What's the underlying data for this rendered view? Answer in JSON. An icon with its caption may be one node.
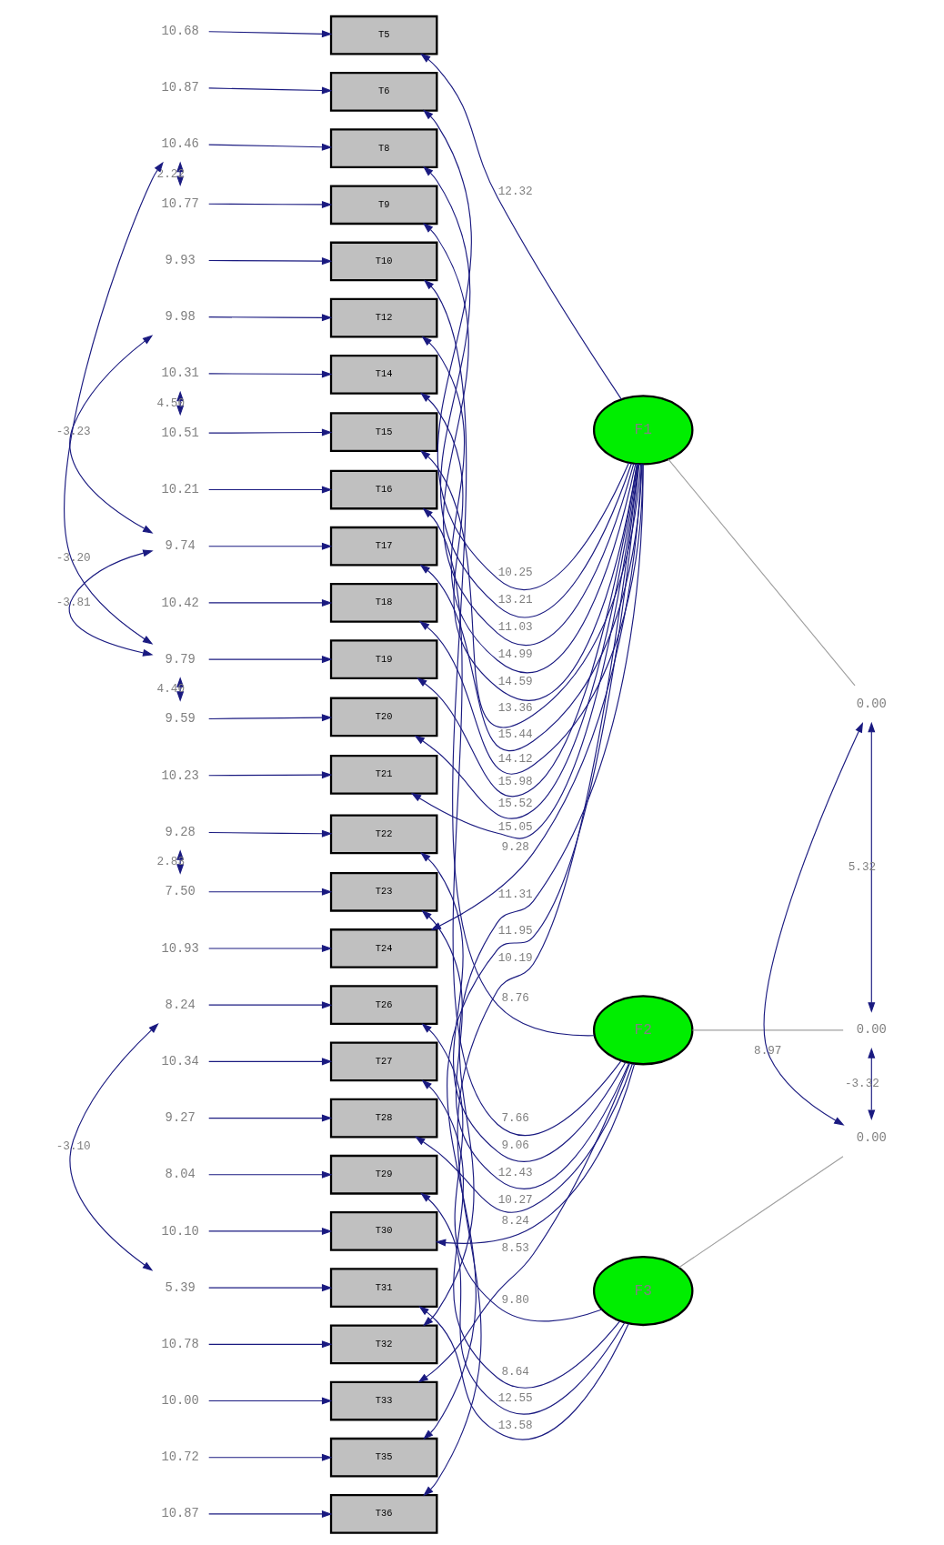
{
  "diagram": {
    "nodes": [
      {
        "text": [
          "10.68"
        ]
      },
      {
        "text": [
          "10.87"
        ]
      },
      {
        "text": [
          "10.46"
        ]
      },
      {
        "text": [
          "10.77"
        ]
      },
      {
        "text": [
          "9.93"
        ]
      },
      {
        "text": [
          "9.98"
        ]
      },
      {
        "text": [
          "10.31"
        ]
      },
      {
        "text": [
          "10.51"
        ]
      },
      {
        "text": [
          "10.21"
        ]
      },
      {
        "text": [
          "9.74"
        ]
      },
      {
        "text": [
          "10.42"
        ]
      },
      {
        "text": [
          "9.79"
        ]
      },
      {
        "text": [
          "9.59"
        ]
      },
      {
        "text": [
          "10.23"
        ]
      },
      {
        "text": [
          "9.28"
        ]
      },
      {
        "text": [
          "7.50"
        ]
      },
      {
        "text": [
          "10.93"
        ]
      },
      {
        "text": [
          "8.24"
        ]
      },
      {
        "text": [
          "10.34"
        ]
      },
      {
        "text": [
          "9.27"
        ]
      },
      {
        "text": [
          "8.04"
        ]
      },
      {
        "text": [
          "10.10"
        ]
      },
      {
        "text": [
          "5.39"
        ]
      },
      {
        "text": [
          "10.78"
        ]
      },
      {
        "text": [
          "10.00"
        ]
      },
      {
        "text": [
          "10.72"
        ]
      },
      {
        "text": [
          "10.87"
        ]
      },
      {
        "text": [
          "T5"
        ]
      },
      {
        "text": [
          "T6"
        ]
      },
      {
        "text": [
          "T8"
        ]
      },
      {
        "text": [
          "T9"
        ]
      },
      {
        "text": [
          "T10"
        ]
      },
      {
        "text": [
          "T12"
        ]
      },
      {
        "text": [
          "T14"
        ]
      },
      {
        "text": [
          "T15"
        ]
      },
      {
        "text": [
          "T16"
        ]
      },
      {
        "text": [
          "T17"
        ]
      },
      {
        "text": [
          "T18"
        ]
      },
      {
        "text": [
          "T19"
        ]
      },
      {
        "text": [
          "T20"
        ]
      },
      {
        "text": [
          "T21"
        ]
      },
      {
        "text": [
          "T22"
        ]
      },
      {
        "text": [
          "T23"
        ]
      },
      {
        "text": [
          "T24"
        ]
      },
      {
        "text": [
          "T26"
        ]
      },
      {
        "text": [
          "T27"
        ]
      },
      {
        "text": [
          "T28"
        ]
      },
      {
        "text": [
          "T29"
        ]
      },
      {
        "text": [
          "T30"
        ]
      },
      {
        "text": [
          "T31"
        ]
      },
      {
        "text": [
          "T32"
        ]
      },
      {
        "text": [
          "T33"
        ]
      },
      {
        "text": [
          "T35"
        ]
      },
      {
        "text": [
          "T36"
        ]
      },
      {
        "text": [
          "F1"
        ]
      },
      {
        "text": [
          "F2"
        ]
      },
      {
        "text": [
          "F3"
        ]
      },
      {
        "text": [
          "0.00"
        ]
      },
      {
        "text": [
          "0.00"
        ]
      },
      {
        "text": [
          "0.00"
        ]
      }
    ],
    "edges": [
      {
        "from": 0,
        "to": 27,
        "arrow": "to"
      },
      {
        "from": 1,
        "to": 28,
        "arrow": "to"
      },
      {
        "from": 2,
        "to": 29,
        "arrow": "to"
      },
      {
        "from": 3,
        "to": 30,
        "arrow": "to"
      },
      {
        "from": 4,
        "to": 31,
        "arrow": "to"
      },
      {
        "from": 5,
        "to": 32,
        "arrow": "to"
      },
      {
        "from": 6,
        "to": 33,
        "arrow": "to"
      },
      {
        "from": 7,
        "to": 34,
        "arrow": "to"
      },
      {
        "from": 8,
        "to": 35,
        "arrow": "to"
      },
      {
        "from": 9,
        "to": 36,
        "arrow": "to"
      },
      {
        "from": 10,
        "to": 37,
        "arrow": "to"
      },
      {
        "from": 11,
        "to": 38,
        "arrow": "to"
      },
      {
        "from": 12,
        "to": 39,
        "arrow": "to"
      },
      {
        "from": 13,
        "to": 40,
        "arrow": "to"
      },
      {
        "from": 14,
        "to": 41,
        "arrow": "to"
      },
      {
        "from": 15,
        "to": 42,
        "arrow": "to"
      },
      {
        "from": 16,
        "to": 43,
        "arrow": "to"
      },
      {
        "from": 17,
        "to": 44,
        "arrow": "to"
      },
      {
        "from": 18,
        "to": 45,
        "arrow": "to"
      },
      {
        "from": 19,
        "to": 46,
        "arrow": "to"
      },
      {
        "from": 20,
        "to": 47,
        "arrow": "to"
      },
      {
        "from": 21,
        "to": 48,
        "arrow": "to"
      },
      {
        "from": 22,
        "to": 49,
        "arrow": "to"
      },
      {
        "from": 23,
        "to": 50,
        "arrow": "to"
      },
      {
        "from": 24,
        "to": 51,
        "arrow": "to"
      },
      {
        "from": 25,
        "to": 52,
        "arrow": "to"
      },
      {
        "from": 26,
        "to": 53,
        "arrow": "to"
      },
      {
        "from": 2,
        "to": 3,
        "arrow": "both",
        "label": "2.22"
      },
      {
        "from": 6,
        "to": 7,
        "arrow": "both",
        "label": "4.50"
      },
      {
        "from": 2,
        "to": 11,
        "arrow": "both",
        "label": "-3.20"
      },
      {
        "from": 5,
        "to": 9,
        "arrow": "both",
        "label": "-3.23"
      },
      {
        "from": 9,
        "to": 11,
        "arrow": "both",
        "label": "-3.81"
      },
      {
        "from": 11,
        "to": 12,
        "arrow": "both",
        "label": "4.40"
      },
      {
        "from": 14,
        "to": 15,
        "arrow": "both",
        "label": "2.83"
      },
      {
        "from": 17,
        "to": 22,
        "arrow": "both",
        "label": "-3.10"
      },
      {
        "from": 54,
        "to": 27,
        "arrow": "to",
        "label": "12.32"
      },
      {
        "from": 54,
        "to": 28,
        "arrow": "to",
        "label": "10.25"
      },
      {
        "from": 54,
        "to": 29,
        "arrow": "to",
        "label": "13.21"
      },
      {
        "from": 54,
        "to": 30,
        "arrow": "to",
        "label": "11.03"
      },
      {
        "from": 55,
        "to": 31,
        "arrow": "to",
        "label": "8.76"
      },
      {
        "from": 54,
        "to": 32,
        "arrow": "to",
        "label": "14.99"
      },
      {
        "from": 54,
        "to": 33,
        "arrow": "to",
        "label": "14.59"
      },
      {
        "from": 54,
        "to": 34,
        "arrow": "to",
        "label": "13.36"
      },
      {
        "from": 55,
        "to": 35,
        "arrow": "to",
        "label": "7.66"
      },
      {
        "from": 54,
        "to": 36,
        "arrow": "to",
        "label": "15.44"
      },
      {
        "from": 54,
        "to": 37,
        "arrow": "to",
        "label": "14.12"
      },
      {
        "from": 54,
        "to": 38,
        "arrow": "to",
        "label": "15.98"
      },
      {
        "from": 54,
        "to": 39,
        "arrow": "to",
        "label": "15.52"
      },
      {
        "from": 54,
        "to": 40,
        "arrow": "to",
        "label": "15.05"
      },
      {
        "from": 55,
        "to": 41,
        "arrow": "to",
        "label": "9.06"
      },
      {
        "from": 55,
        "to": 42,
        "arrow": "to",
        "label": "12.43"
      },
      {
        "from": 54,
        "to": 43,
        "arrow": "to",
        "label": "9.28"
      },
      {
        "from": 56,
        "to": 44,
        "arrow": "to",
        "label": "9.80"
      },
      {
        "from": 56,
        "to": 45,
        "arrow": "to",
        "label": "8.64"
      },
      {
        "from": 55,
        "to": 46,
        "arrow": "to",
        "label": "10.27"
      },
      {
        "from": 56,
        "to": 47,
        "arrow": "to",
        "label": "12.55"
      },
      {
        "from": 55,
        "to": 48,
        "arrow": "to",
        "label": "8.24"
      },
      {
        "from": 56,
        "to": 49,
        "arrow": "to",
        "label": "13.58"
      },
      {
        "from": 54,
        "to": 50,
        "arrow": "to",
        "label": "11.31"
      },
      {
        "from": 55,
        "to": 51,
        "arrow": "to",
        "label": "8.53"
      },
      {
        "from": 54,
        "to": 52,
        "arrow": "to",
        "label": "11.95"
      },
      {
        "from": 54,
        "to": 53,
        "arrow": "to",
        "label": "10.19"
      },
      {
        "from": 54,
        "to": 57,
        "arrow": "none",
        "color": "#a0a0a0"
      },
      {
        "from": 55,
        "to": 58,
        "arrow": "none",
        "color": "#a0a0a0"
      },
      {
        "from": 56,
        "to": 59,
        "arrow": "none",
        "color": "#a0a0a0"
      },
      {
        "from": 57,
        "to": 58,
        "arrow": "both",
        "label": "5.32"
      },
      {
        "from": 58,
        "to": 59,
        "arrow": "both",
        "label": "-3.32"
      },
      {
        "from": 57,
        "to": 59,
        "arrow": "both",
        "label": "8.97"
      }
    ]
  }
}
